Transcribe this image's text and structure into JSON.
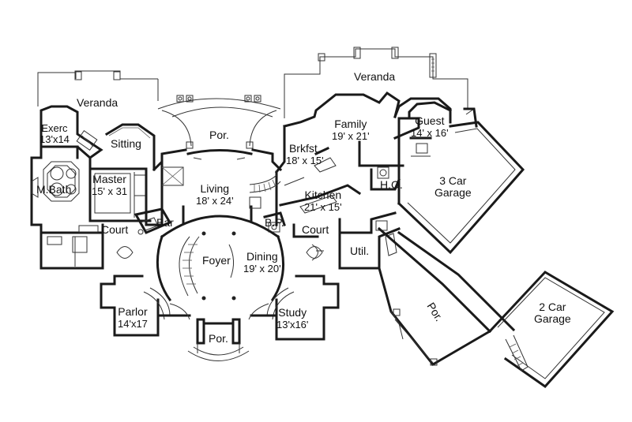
{
  "rooms": {
    "veranda_left": {
      "name": "Veranda"
    },
    "veranda_right": {
      "name": "Veranda"
    },
    "exerc": {
      "name": "Exerc",
      "dims": "13'x14"
    },
    "sitting": {
      "name": "Sitting"
    },
    "master": {
      "name": "Master",
      "dims": "15' x 31"
    },
    "mbath": {
      "name": "M.Bath"
    },
    "por_top": {
      "name": "Por."
    },
    "living": {
      "name": "Living",
      "dims": "18' x 24'"
    },
    "brkfst": {
      "name": "Brkfst.",
      "dims": "18' x 15'"
    },
    "family": {
      "name": "Family",
      "dims": "19' x 21'"
    },
    "guest": {
      "name": "Guest",
      "dims": "14' x 16'"
    },
    "kitchen": {
      "name": "Kitchen",
      "dims": "21' x 15'"
    },
    "ho": {
      "name": "H.O."
    },
    "garage3": {
      "name": "3 Car",
      "name2": "Garage"
    },
    "court_left": {
      "name": "Court"
    },
    "bar": {
      "name": "Bar"
    },
    "bp": {
      "name": "B.P."
    },
    "court_right": {
      "name": "Court"
    },
    "util": {
      "name": "Util."
    },
    "foyer": {
      "name": "Foyer"
    },
    "dining": {
      "name": "Dining",
      "dims": "19' x 20'"
    },
    "parlor": {
      "name": "Parlor",
      "dims": "14'x17"
    },
    "study": {
      "name": "Study",
      "dims": "13'x16'"
    },
    "por_front": {
      "name": "Por."
    },
    "por_side": {
      "name": "Por."
    },
    "garage2": {
      "name": "2 Car",
      "name2": "Garage"
    }
  }
}
